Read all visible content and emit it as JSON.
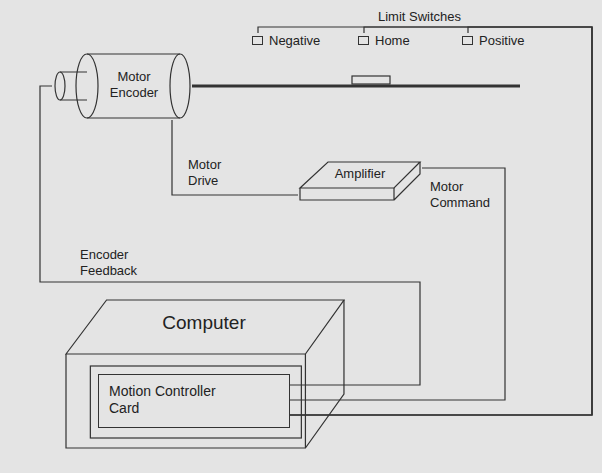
{
  "diagram": {
    "nodes": [
      {
        "text": [
          "Negative"
        ]
      },
      {
        "text": [
          "Home"
        ]
      },
      {
        "text": [
          "Positive"
        ]
      },
      {
        "text": [
          "Motor Encoder"
        ]
      },
      {
        "text": [
          "Amplifier"
        ]
      },
      {
        "text": [
          "Computer"
        ]
      },
      {
        "text": [
          "Motion Controller Card"
        ],
        "in": 5
      }
    ],
    "edges": [
      {
        "from": 0,
        "to": 6,
        "arrow": "none"
      },
      {
        "from": 1,
        "to": 6,
        "arrow": "none"
      },
      {
        "from": 2,
        "to": 6,
        "arrow": "none"
      },
      {
        "from": 4,
        "to": 3,
        "label": "Motor Drive",
        "arrow": "none"
      },
      {
        "from": 6,
        "to": 4,
        "label": "Motor Command",
        "arrow": "none"
      },
      {
        "from": 3,
        "to": 6,
        "label": "Encoder Feedback",
        "arrow": "none"
      }
    ],
    "labels": [
      "Limit Switches"
    ]
  }
}
